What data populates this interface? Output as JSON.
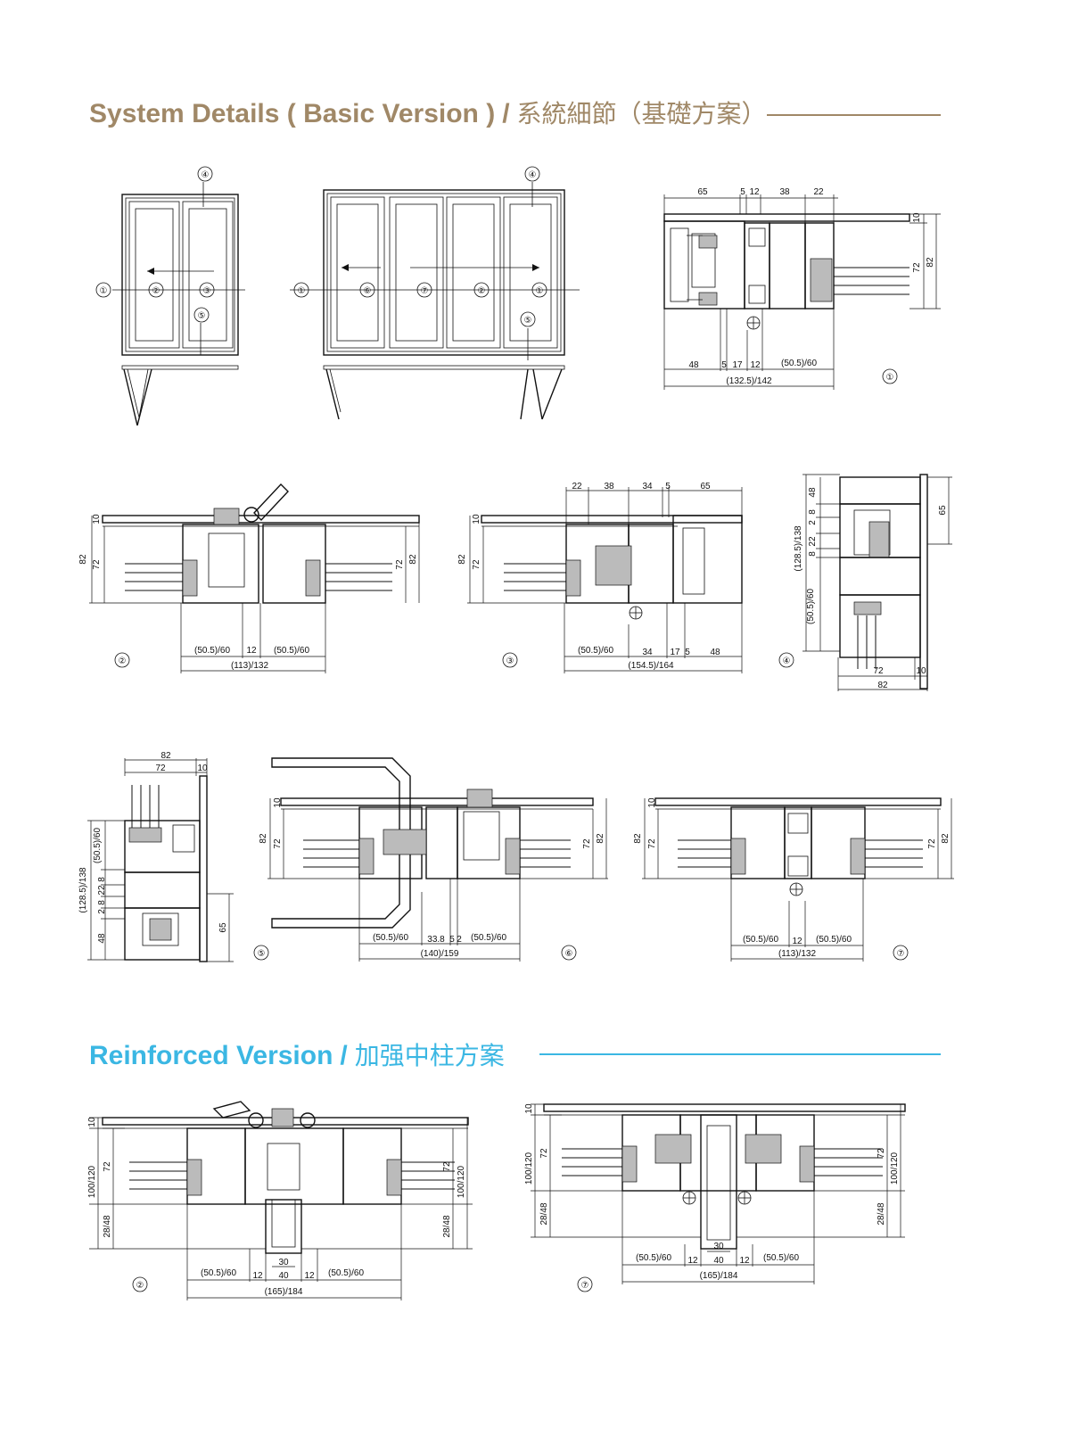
{
  "headings": {
    "basic": {
      "en": "System Details ( Basic Version )",
      "sep": "/",
      "cn": "系統細節（基礎方案）"
    },
    "reinforced": {
      "en": "Reinforced Version",
      "sep": "/",
      "cn": "加强中柱方案"
    }
  },
  "colors": {
    "basic_heading": "#a08867",
    "reinforced_heading": "#3bb7e3",
    "line": "#111111"
  },
  "callouts": [
    "①",
    "②",
    "③",
    "④",
    "⑤",
    "⑥",
    "⑦"
  ],
  "elevations": {
    "two_panel": {
      "marks": [
        "④",
        "①",
        "②",
        "③",
        "⑤"
      ]
    },
    "four_panel": {
      "marks": [
        "④",
        "①",
        "⑥",
        "⑦",
        "②",
        "①",
        "⑤"
      ]
    }
  },
  "details": {
    "d1": {
      "number": "①",
      "top_dims": [
        "65",
        "5",
        "12",
        "38",
        "22"
      ],
      "bottom_dims": [
        "48",
        "5",
        "17",
        "12",
        "(50.5)/60"
      ],
      "overall": "(132.5)/142",
      "side": [
        "10",
        "72",
        "82"
      ]
    },
    "d2": {
      "number": "②",
      "bottom_dims": [
        "(50.5)/60",
        "12",
        "(50.5)/60"
      ],
      "overall": "(113)/132",
      "side_left": [
        "10",
        "82",
        "72"
      ],
      "side_right": [
        "72",
        "82"
      ]
    },
    "d3": {
      "number": "③",
      "top_dims": [
        "22",
        "38",
        "34",
        "5",
        "65"
      ],
      "bottom_dims": [
        "(50.5)/60",
        "34",
        "17",
        "5",
        "48"
      ],
      "overall": "(154.5)/164",
      "side": [
        "10",
        "82",
        "72"
      ]
    },
    "d4": {
      "number": "④",
      "side_left": [
        "(128.5)/138",
        "(50.5)/60",
        "48",
        "8",
        "2",
        "22",
        "8"
      ],
      "side_right": [
        "65"
      ],
      "bottom_dims": [
        "72",
        "10"
      ],
      "overall": "82"
    },
    "d5": {
      "number": "⑤",
      "top_dims": [
        "82",
        "72",
        "10"
      ],
      "side_left": [
        "(128.5)/138",
        "(50.5)/60",
        "22",
        "8",
        "2",
        "8",
        "48"
      ],
      "side_right": [
        "65"
      ]
    },
    "d6": {
      "number": "⑥",
      "bottom_dims": [
        "(50.5)/60",
        "33.8",
        "5",
        "2",
        "(50.5)/60"
      ],
      "overall": "(140)/159",
      "side_left": [
        "10",
        "82",
        "72"
      ],
      "side_right": [
        "72",
        "82"
      ]
    },
    "d7": {
      "number": "⑦",
      "bottom_dims": [
        "(50.5)/60",
        "12",
        "(50.5)/60"
      ],
      "overall": "(113)/132",
      "side_left": [
        "10",
        "82",
        "72"
      ],
      "side_right": [
        "72",
        "82"
      ]
    },
    "r2": {
      "number": "②",
      "bottom_dims": [
        "(50.5)/60",
        "12",
        "30",
        "40",
        "12",
        "(50.5)/60"
      ],
      "overall": "(165)/184",
      "side_left": [
        "10",
        "72",
        "100/120",
        "28/48"
      ],
      "side_right": [
        "72",
        "100/120",
        "28/48"
      ]
    },
    "r7": {
      "number": "⑦",
      "bottom_dims": [
        "(50.5)/60",
        "12",
        "30",
        "40",
        "12",
        "(50.5)/60"
      ],
      "overall": "(165)/184",
      "side_left": [
        "10",
        "72",
        "100/120",
        "28/48"
      ],
      "side_right": [
        "72",
        "100/120",
        "28/48"
      ]
    }
  }
}
